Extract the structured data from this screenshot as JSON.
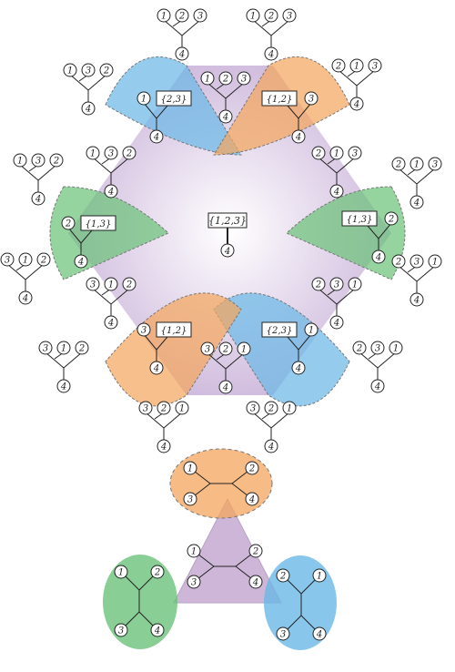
{
  "colors": {
    "hexagon_edge": "#c8b0d8",
    "hexagon_center": "#ffffff",
    "triangle": "#cdb6d8",
    "orange": "#f4a65e",
    "blue": "#6cb8e6",
    "green": "#6cc27a",
    "leaf_stroke": "#222222"
  },
  "center": {
    "label": "{1,2,3}",
    "root": "4"
  },
  "lobes": [
    {
      "color": "blue",
      "leaf": "1",
      "box": "{2,3}",
      "root": "4"
    },
    {
      "color": "orange",
      "leaf": "3",
      "box": "{1,2}",
      "root": "4"
    },
    {
      "color": "green",
      "leaf": "2",
      "box": "{1,3}",
      "root": "4"
    },
    {
      "color": "blue",
      "leaf": "1",
      "box": "{2,3}",
      "root": "4"
    },
    {
      "color": "orange",
      "leaf": "3",
      "box": "{1,2}",
      "root": "4"
    },
    {
      "color": "green",
      "leaf": "2",
      "box": "{1,3}",
      "root": "4"
    }
  ],
  "trees_outer": [
    [
      "1",
      "2",
      "3",
      "4"
    ],
    [
      "1",
      "2",
      "3",
      "4"
    ],
    [
      "2",
      "1",
      "3",
      "4"
    ],
    [
      "2",
      "1",
      "3",
      "4"
    ],
    [
      "2",
      "3",
      "1",
      "4"
    ],
    [
      "2",
      "3",
      "1",
      "4"
    ],
    [
      "3",
      "2",
      "1",
      "4"
    ],
    [
      "3",
      "2",
      "1",
      "4"
    ],
    [
      "3",
      "1",
      "2",
      "4"
    ],
    [
      "3",
      "1",
      "2",
      "4"
    ],
    [
      "1",
      "3",
      "2",
      "4"
    ],
    [
      "1",
      "3",
      "2",
      "4"
    ]
  ],
  "trees_inner": [
    [
      "1",
      "2",
      "3",
      "4"
    ],
    [
      "2",
      "1",
      "3",
      "4"
    ],
    [
      "2",
      "3",
      "1",
      "4"
    ],
    [
      "3",
      "2",
      "1",
      "4"
    ],
    [
      "3",
      "1",
      "2",
      "4"
    ],
    [
      "1",
      "3",
      "2",
      "4"
    ]
  ],
  "quartets": {
    "top": {
      "color": "orange",
      "labels": [
        "1",
        "3",
        "2",
        "4"
      ]
    },
    "center": {
      "labels": [
        "1",
        "3",
        "2",
        "4"
      ]
    },
    "left": {
      "color": "green",
      "labels": [
        "1",
        "3",
        "2",
        "4"
      ]
    },
    "right": {
      "color": "blue",
      "labels": [
        "2",
        "3",
        "1",
        "4"
      ]
    }
  }
}
